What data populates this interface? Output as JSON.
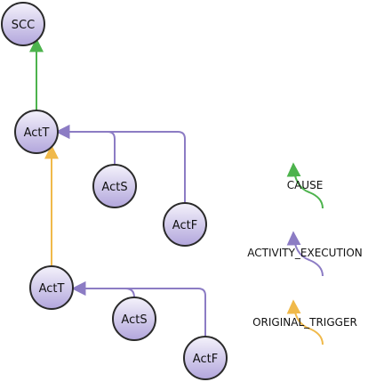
{
  "diagram": {
    "nodes": {
      "scc": {
        "label": "SCC"
      },
      "act_t_top": {
        "label": "ActT"
      },
      "act_s_top": {
        "label": "ActS"
      },
      "act_f_top": {
        "label": "ActF"
      },
      "act_t_bottom": {
        "label": "ActT"
      },
      "act_s_bottom": {
        "label": "ActS"
      },
      "act_f_bottom": {
        "label": "ActF"
      }
    },
    "edges": [
      {
        "from": "act_t_top",
        "to": "scc",
        "type": "CAUSE"
      },
      {
        "from": "act_s_top",
        "to": "act_t_top",
        "type": "ACTIVITY_EXECUTION"
      },
      {
        "from": "act_f_top",
        "to": "act_t_top",
        "type": "ACTIVITY_EXECUTION"
      },
      {
        "from": "act_t_bottom",
        "to": "act_t_top",
        "type": "ORIGINAL_TRIGGER"
      },
      {
        "from": "act_s_bottom",
        "to": "act_t_bottom",
        "type": "ACTIVITY_EXECUTION"
      },
      {
        "from": "act_f_bottom",
        "to": "act_t_bottom",
        "type": "ACTIVITY_EXECUTION"
      }
    ],
    "legend": {
      "cause": {
        "label": "CAUSE",
        "color": "#4db34d"
      },
      "activity_execution": {
        "label": "ACTIVITY_EXECUTION",
        "color": "#8c7cc4"
      },
      "original_trigger": {
        "label": "ORIGINAL_TRIGGER",
        "color": "#f0b94a"
      }
    },
    "colors": {
      "node_fill_top": "#f4f2fb",
      "node_fill_bottom": "#b2a6dc",
      "node_stroke": "#2a2a2a"
    }
  }
}
